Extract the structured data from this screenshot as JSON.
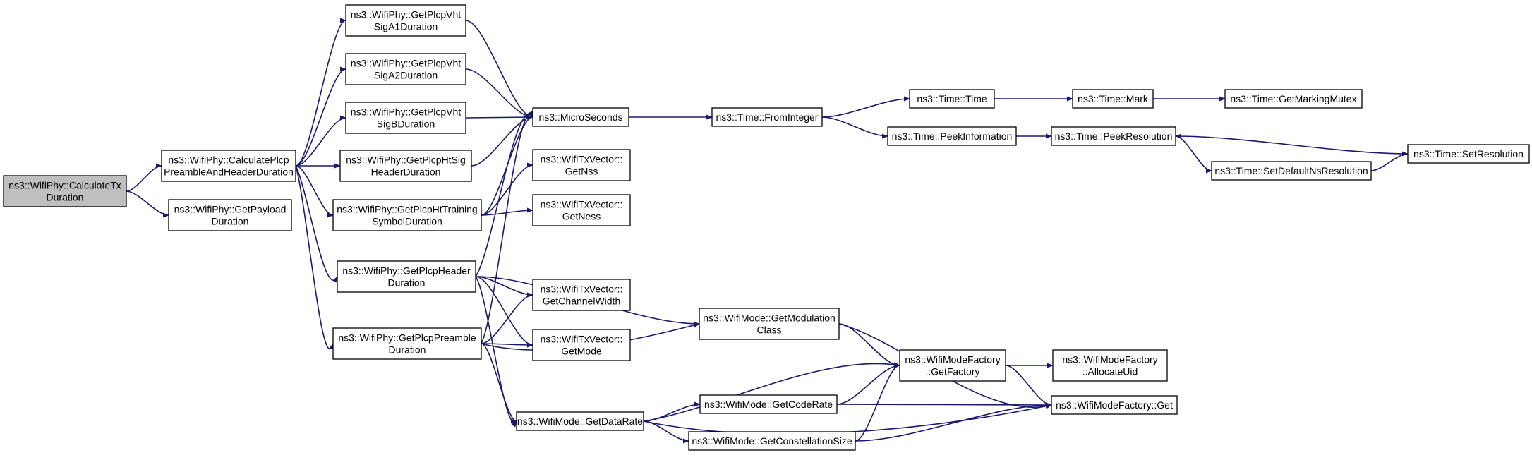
{
  "colors": {
    "node_fill": "#ffffff",
    "root_fill": "#bfbfbf",
    "edge": "#191970",
    "border": "#000000"
  },
  "nodes": {
    "calc_tx": {
      "lines": [
        "ns3::WifiPhy::CalculateTx",
        "Duration"
      ],
      "root": true
    },
    "calc_plcp": {
      "lines": [
        "ns3::WifiPhy::CalculatePlcp",
        "PreambleAndHeaderDuration"
      ]
    },
    "get_payload": {
      "lines": [
        "ns3::WifiPhy::GetPayload",
        "Duration"
      ]
    },
    "sig_a1": {
      "lines": [
        "ns3::WifiPhy::GetPlcpVht",
        "SigA1Duration"
      ]
    },
    "sig_a2": {
      "lines": [
        "ns3::WifiPhy::GetPlcpVht",
        "SigA2Duration"
      ]
    },
    "sig_b": {
      "lines": [
        "ns3::WifiPhy::GetPlcpVht",
        "SigBDuration"
      ]
    },
    "ht_sig": {
      "lines": [
        "ns3::WifiPhy::GetPlcpHtSig",
        "HeaderDuration"
      ]
    },
    "ht_training": {
      "lines": [
        "ns3::WifiPhy::GetPlcpHtTraining",
        "SymbolDuration"
      ]
    },
    "plcp_header": {
      "lines": [
        "ns3::WifiPhy::GetPlcpHeader",
        "Duration"
      ]
    },
    "plcp_preamble": {
      "lines": [
        "ns3::WifiPhy::GetPlcpPreamble",
        "Duration"
      ]
    },
    "microseconds": {
      "lines": [
        "ns3::MicroSeconds"
      ]
    },
    "get_nss": {
      "lines": [
        "ns3::WifiTxVector::",
        "GetNss"
      ]
    },
    "get_ness": {
      "lines": [
        "ns3::WifiTxVector::",
        "GetNess"
      ]
    },
    "get_channel_width": {
      "lines": [
        "ns3::WifiTxVector::",
        "GetChannelWidth"
      ]
    },
    "get_mode": {
      "lines": [
        "ns3::WifiTxVector::",
        "GetMode"
      ]
    },
    "get_data_rate": {
      "lines": [
        "ns3::WifiMode::GetDataRate"
      ]
    },
    "from_integer": {
      "lines": [
        "ns3::Time::FromInteger"
      ]
    },
    "time_time": {
      "lines": [
        "ns3::Time::Time"
      ]
    },
    "time_mark": {
      "lines": [
        "ns3::Time::Mark"
      ]
    },
    "marking_mutex": {
      "lines": [
        "ns3::Time::GetMarkingMutex"
      ]
    },
    "peek_information": {
      "lines": [
        "ns3::Time::PeekInformation"
      ]
    },
    "peek_resolution": {
      "lines": [
        "ns3::Time::PeekResolution"
      ]
    },
    "set_default_ns": {
      "lines": [
        "ns3::Time::SetDefaultNsResolution"
      ]
    },
    "set_resolution": {
      "lines": [
        "ns3::Time::SetResolution"
      ]
    },
    "get_modulation_class": {
      "lines": [
        "ns3::WifiMode::GetModulation",
        "Class"
      ]
    },
    "get_factory": {
      "lines": [
        "ns3::WifiModeFactory",
        "::GetFactory"
      ]
    },
    "allocate_uid": {
      "lines": [
        "ns3::WifiModeFactory",
        "::AllocateUid"
      ]
    },
    "factory_get": {
      "lines": [
        "ns3::WifiModeFactory::Get"
      ]
    },
    "get_code_rate": {
      "lines": [
        "ns3::WifiMode::GetCodeRate"
      ]
    },
    "get_constellation_size": {
      "lines": [
        "ns3::WifiMode::GetConstellationSize"
      ]
    }
  },
  "edges": [
    {
      "from": "calc_tx",
      "to": "calc_plcp"
    },
    {
      "from": "calc_tx",
      "to": "get_payload"
    },
    {
      "from": "calc_plcp",
      "to": "sig_a1"
    },
    {
      "from": "calc_plcp",
      "to": "sig_a2"
    },
    {
      "from": "calc_plcp",
      "to": "sig_b"
    },
    {
      "from": "calc_plcp",
      "to": "ht_sig"
    },
    {
      "from": "calc_plcp",
      "to": "ht_training"
    },
    {
      "from": "calc_plcp",
      "to": "plcp_header"
    },
    {
      "from": "calc_plcp",
      "to": "plcp_preamble"
    },
    {
      "from": "sig_a1",
      "to": "microseconds"
    },
    {
      "from": "sig_a2",
      "to": "microseconds"
    },
    {
      "from": "sig_b",
      "to": "microseconds"
    },
    {
      "from": "ht_sig",
      "to": "microseconds"
    },
    {
      "from": "ht_training",
      "to": "microseconds"
    },
    {
      "from": "ht_training",
      "to": "get_nss"
    },
    {
      "from": "ht_training",
      "to": "get_ness"
    },
    {
      "from": "plcp_header",
      "to": "microseconds"
    },
    {
      "from": "plcp_header",
      "to": "get_channel_width"
    },
    {
      "from": "plcp_header",
      "to": "get_mode"
    },
    {
      "from": "plcp_header",
      "to": "get_modulation_class"
    },
    {
      "from": "plcp_header",
      "to": "get_data_rate"
    },
    {
      "from": "plcp_preamble",
      "to": "microseconds"
    },
    {
      "from": "plcp_preamble",
      "to": "get_channel_width"
    },
    {
      "from": "plcp_preamble",
      "to": "get_mode"
    },
    {
      "from": "plcp_preamble",
      "to": "get_modulation_class"
    },
    {
      "from": "plcp_preamble",
      "to": "get_data_rate"
    },
    {
      "from": "microseconds",
      "to": "from_integer"
    },
    {
      "from": "from_integer",
      "to": "time_time"
    },
    {
      "from": "from_integer",
      "to": "peek_information"
    },
    {
      "from": "time_time",
      "to": "time_mark"
    },
    {
      "from": "time_mark",
      "to": "marking_mutex"
    },
    {
      "from": "peek_information",
      "to": "peek_resolution"
    },
    {
      "from": "peek_resolution",
      "to": "set_default_ns"
    },
    {
      "from": "set_default_ns",
      "to": "set_resolution"
    },
    {
      "from": "set_resolution",
      "to": "peek_resolution"
    },
    {
      "from": "get_modulation_class",
      "to": "get_factory"
    },
    {
      "from": "get_modulation_class",
      "to": "factory_get"
    },
    {
      "from": "get_factory",
      "to": "allocate_uid"
    },
    {
      "from": "get_factory",
      "to": "factory_get"
    },
    {
      "from": "get_data_rate",
      "to": "get_factory"
    },
    {
      "from": "get_data_rate",
      "to": "get_code_rate"
    },
    {
      "from": "get_data_rate",
      "to": "get_constellation_size"
    },
    {
      "from": "get_data_rate",
      "to": "factory_get"
    },
    {
      "from": "get_code_rate",
      "to": "get_factory"
    },
    {
      "from": "get_code_rate",
      "to": "factory_get"
    },
    {
      "from": "get_constellation_size",
      "to": "get_factory"
    },
    {
      "from": "get_constellation_size",
      "to": "factory_get"
    }
  ]
}
